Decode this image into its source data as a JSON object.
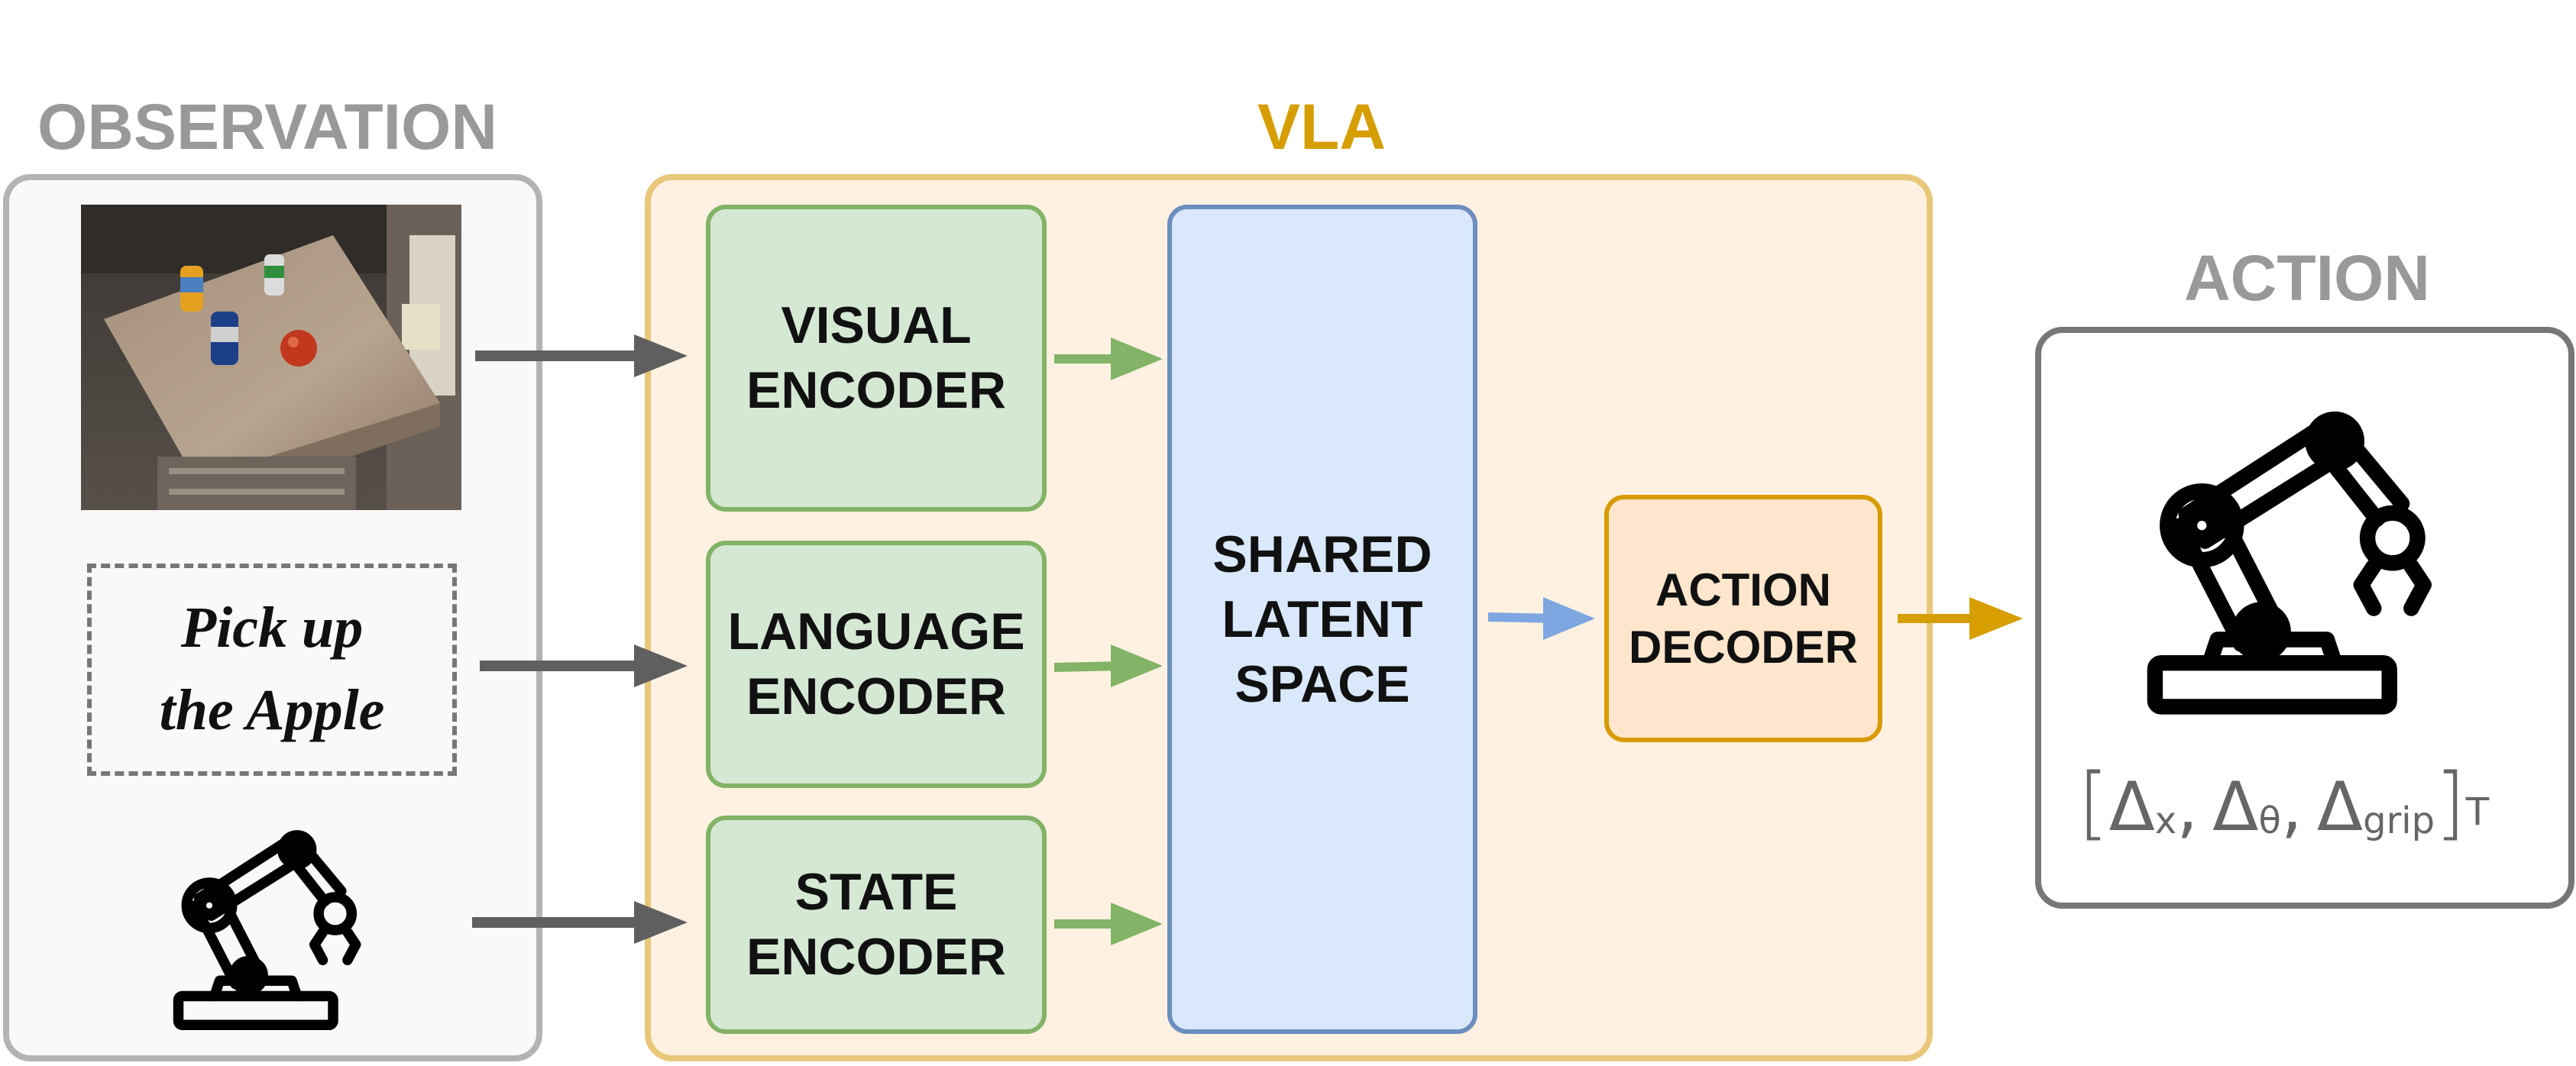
{
  "observation": {
    "title": "OBSERVATION",
    "instruction_lines": [
      "Pick up",
      "the Apple"
    ]
  },
  "vla": {
    "title": "VLA",
    "visual_encoder": [
      "VISUAL",
      "ENCODER"
    ],
    "language_encoder": [
      "LANGUAGE",
      "ENCODER"
    ],
    "state_encoder": [
      "STATE",
      "ENCODER"
    ],
    "shared_latent": [
      "SHARED",
      "LATENT",
      "SPACE"
    ],
    "action_decoder": [
      "ACTION",
      "DECODER"
    ]
  },
  "action": {
    "title": "ACTION",
    "formula": {
      "open": "[",
      "delta": "Δ",
      "sub_x": "x",
      "sub_theta": "θ",
      "sub_grip": "grip",
      "sep": ",",
      "close": "]",
      "sup": "T"
    }
  },
  "colors": {
    "gray_title": "#999999",
    "vla_title": "#d69e00",
    "encoder_fill": "#d5e8d4",
    "encoder_border": "#82b366",
    "latent_fill": "#dae8fc",
    "latent_border": "#6c8ebf",
    "decoder_fill": "#ffe6cc",
    "decoder_border": "#d79b00",
    "vla_fill": "#fff1e1",
    "vla_border": "#e8c77a",
    "arrow_dark": "#5f5f5f",
    "arrow_green": "#82b366",
    "arrow_blue": "#7ea6e0",
    "arrow_orange": "#d69e00"
  },
  "icons": [
    "robot-arm-icon",
    "scene-photo"
  ]
}
